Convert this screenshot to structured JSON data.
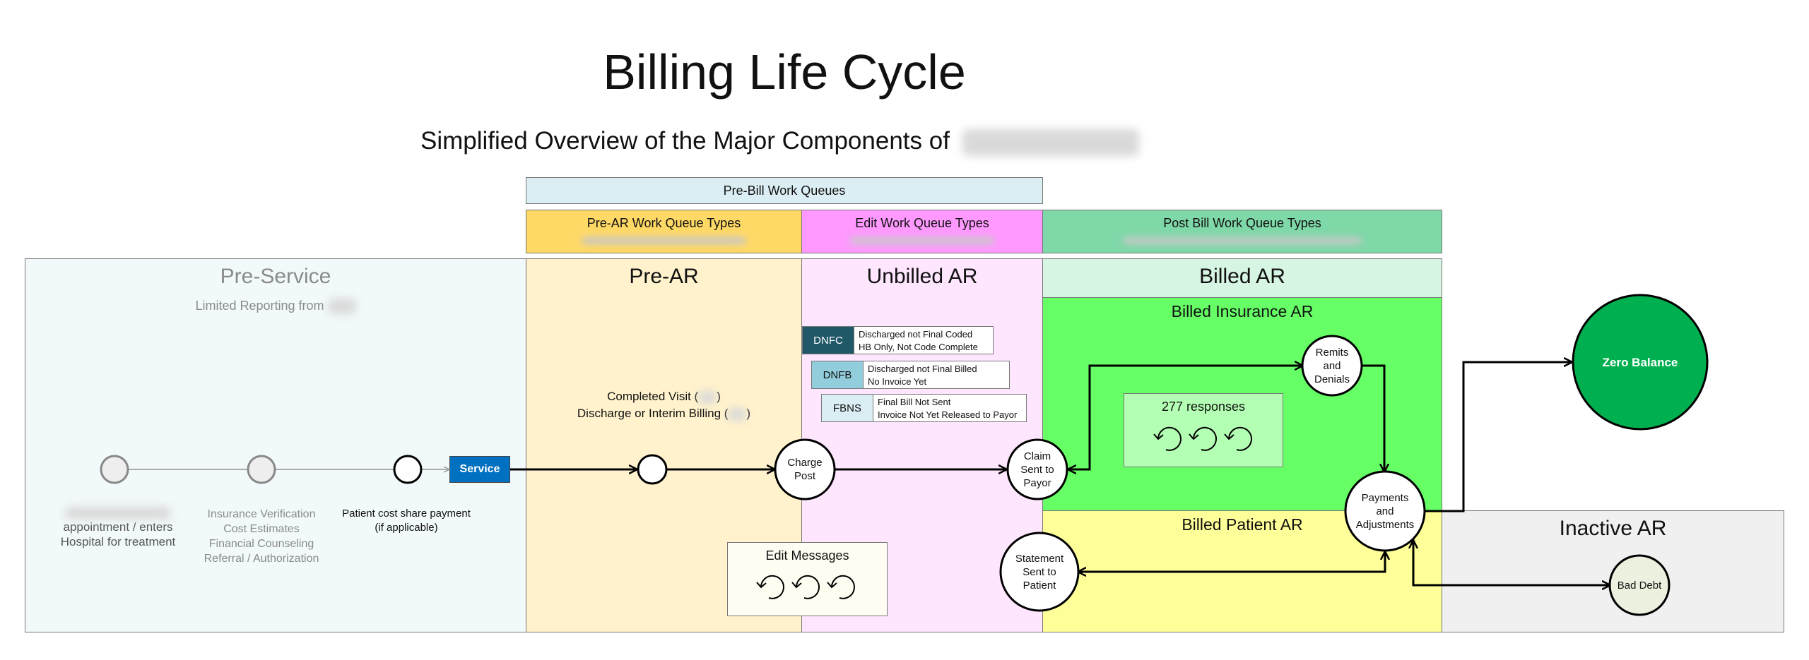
{
  "header": {
    "title": "Billing Life Cycle",
    "subtitle": "Simplified Overview of the Major Components of"
  },
  "top_bands": {
    "prebill": "Pre-Bill Work Queues",
    "prear_types": "Pre-AR Work Queue Types",
    "edit_types": "Edit Work Queue Types",
    "postbill_types": "Post Bill Work Queue Types"
  },
  "zones": {
    "preservice": {
      "title": "Pre-Service",
      "subtitle": "Limited Reporting from"
    },
    "prear": {
      "title": "Pre-AR",
      "line1": "Completed Visit (",
      "line2": "Discharge or Interim Billing (",
      "close": ")"
    },
    "unbilled": {
      "title": "Unbilled AR"
    },
    "billed": {
      "title": "Billed AR",
      "insurance": "Billed Insurance AR",
      "patient": "Billed Patient AR"
    },
    "inactive": {
      "title": "Inactive AR"
    }
  },
  "preservice_steps": {
    "step1": "appointment / enters\nHospital for treatment",
    "step2": "Insurance Verification\nCost Estimates\nFinancial Counseling\nReferral / Authorization",
    "step3": "Patient cost share payment\n(if applicable)",
    "service": "Service"
  },
  "nodes": {
    "charge_post": "Charge\nPost",
    "claim_sent": "Claim\nSent to\nPayor",
    "remits": "Remits\nand\nDenials",
    "payments": "Payments\nand\nAdjustments",
    "statement": "Statement\nSent to\nPatient",
    "zero_balance": "Zero Balance",
    "bad_debt": "Bad Debt"
  },
  "queues": [
    {
      "code": "DNFC",
      "line1": "Discharged not Final Coded",
      "line2": "HB Only, Not Code Complete"
    },
    {
      "code": "DNFB",
      "line1": "Discharged not Final Billed",
      "line2": "No Invoice Yet"
    },
    {
      "code": "FBNS",
      "line1": "Final Bill Not Sent",
      "line2": "Invoice Not Yet Released to Payor"
    }
  ],
  "loops": {
    "edit_messages": "Edit Messages",
    "responses_277": "277 responses"
  },
  "colors": {
    "preservice_bg": "#f2f9fb",
    "prear_bg": "#fff2cc",
    "unbilled_bg": "#ffe6ff",
    "billed_hdr_bg": "#d6f5e3",
    "insurance_bg": "#66ff66",
    "patient_bg": "#ffff99",
    "inactive_bg": "#f0f0f0",
    "prebill_band": "#dbeef3",
    "prear_band": "#ffd966",
    "edit_band": "#ff99ff",
    "postbill_band": "#7fd8a8",
    "service_box": "#0070c0",
    "zero_balance": "#00b050",
    "bad_debt": "#ebf1de",
    "dnfc": "#215868",
    "dnfb": "#92cddc",
    "fbns": "#dbeef3"
  }
}
